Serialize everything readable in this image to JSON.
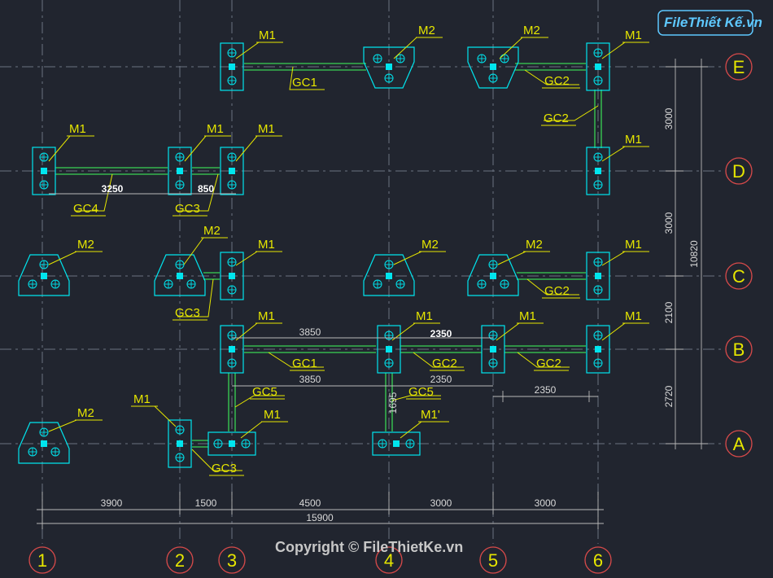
{
  "watermark": {
    "logo_text": "FileThiết Kế.vn",
    "copyright": "Copyright © FileThietKe.vn"
  },
  "grid": {
    "columns": [
      "1",
      "2",
      "3",
      "4",
      "5",
      "6"
    ],
    "rows": [
      "E",
      "D",
      "C",
      "B",
      "A"
    ]
  },
  "labels": {
    "m1": "M1",
    "m2": "M2",
    "m1p": "M1'",
    "gc1": "GC1",
    "gc2": "GC2",
    "gc3": "GC3",
    "gc4": "GC4",
    "gc5": "GC5"
  },
  "dims": {
    "bottom": [
      "3900",
      "1500",
      "4500",
      "3000",
      "3000"
    ],
    "bottom_total": "15900",
    "right": [
      "3000",
      "3000",
      "2100",
      "2720"
    ],
    "right_total": "10820",
    "d_3250": "3250",
    "d_850": "850",
    "b_3850": "3850",
    "b_2350": "2350",
    "b_3850_below": "3850",
    "b_2350_below": "2350",
    "b_2350_right": "2350",
    "gc5_1695": "1695"
  },
  "colors": {
    "background": "#21252f",
    "pile_cap": "#00e5ee",
    "beam": "#39d353",
    "label": "#e6e600",
    "bubble": "#d94a4a"
  }
}
